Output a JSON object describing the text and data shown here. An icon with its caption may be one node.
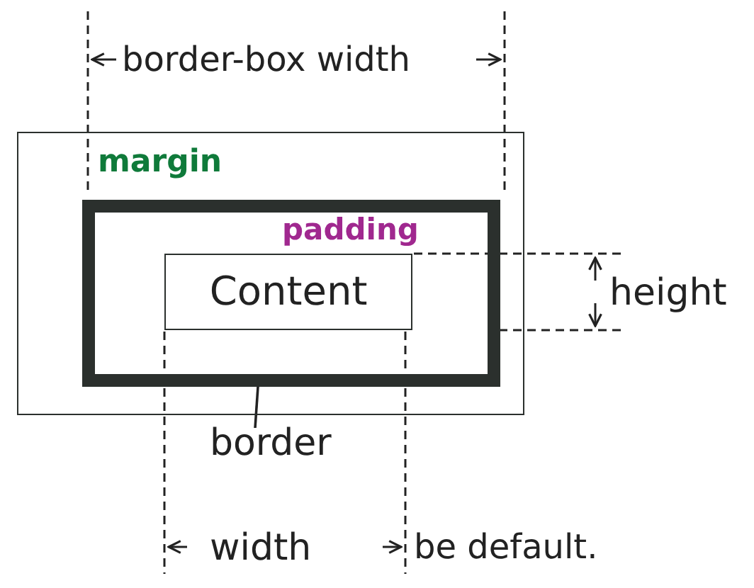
{
  "diagram": {
    "nodes": [
      {
        "text": [
          "margin"
        ]
      },
      {
        "text": [
          "padding"
        ],
        "in": 0
      },
      {
        "text": [
          "Content"
        ],
        "in": 1
      },
      {
        "text": [
          "border"
        ]
      }
    ],
    "edges": [
      {
        "from": 3,
        "to": 1,
        "arrow": "none"
      }
    ],
    "labels": [
      "border-box width",
      "height",
      "width",
      "be default."
    ]
  }
}
